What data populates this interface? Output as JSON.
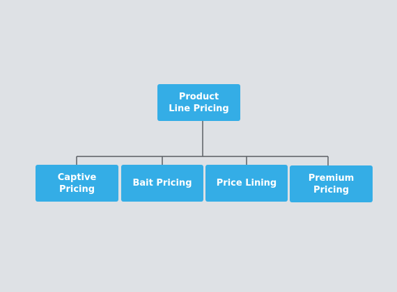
{
  "diagram": {
    "root": {
      "label": "Product Line Pricing"
    },
    "children": [
      {
        "label": "Captive Pricing"
      },
      {
        "label": "Bait Pricing"
      },
      {
        "label": "Price Lining"
      },
      {
        "label": "Premium Pricing"
      }
    ]
  },
  "colors": {
    "background": "#dee1e5",
    "node_fill": "#34ade6",
    "node_text": "#ffffff",
    "connector": "#5a5e63"
  }
}
